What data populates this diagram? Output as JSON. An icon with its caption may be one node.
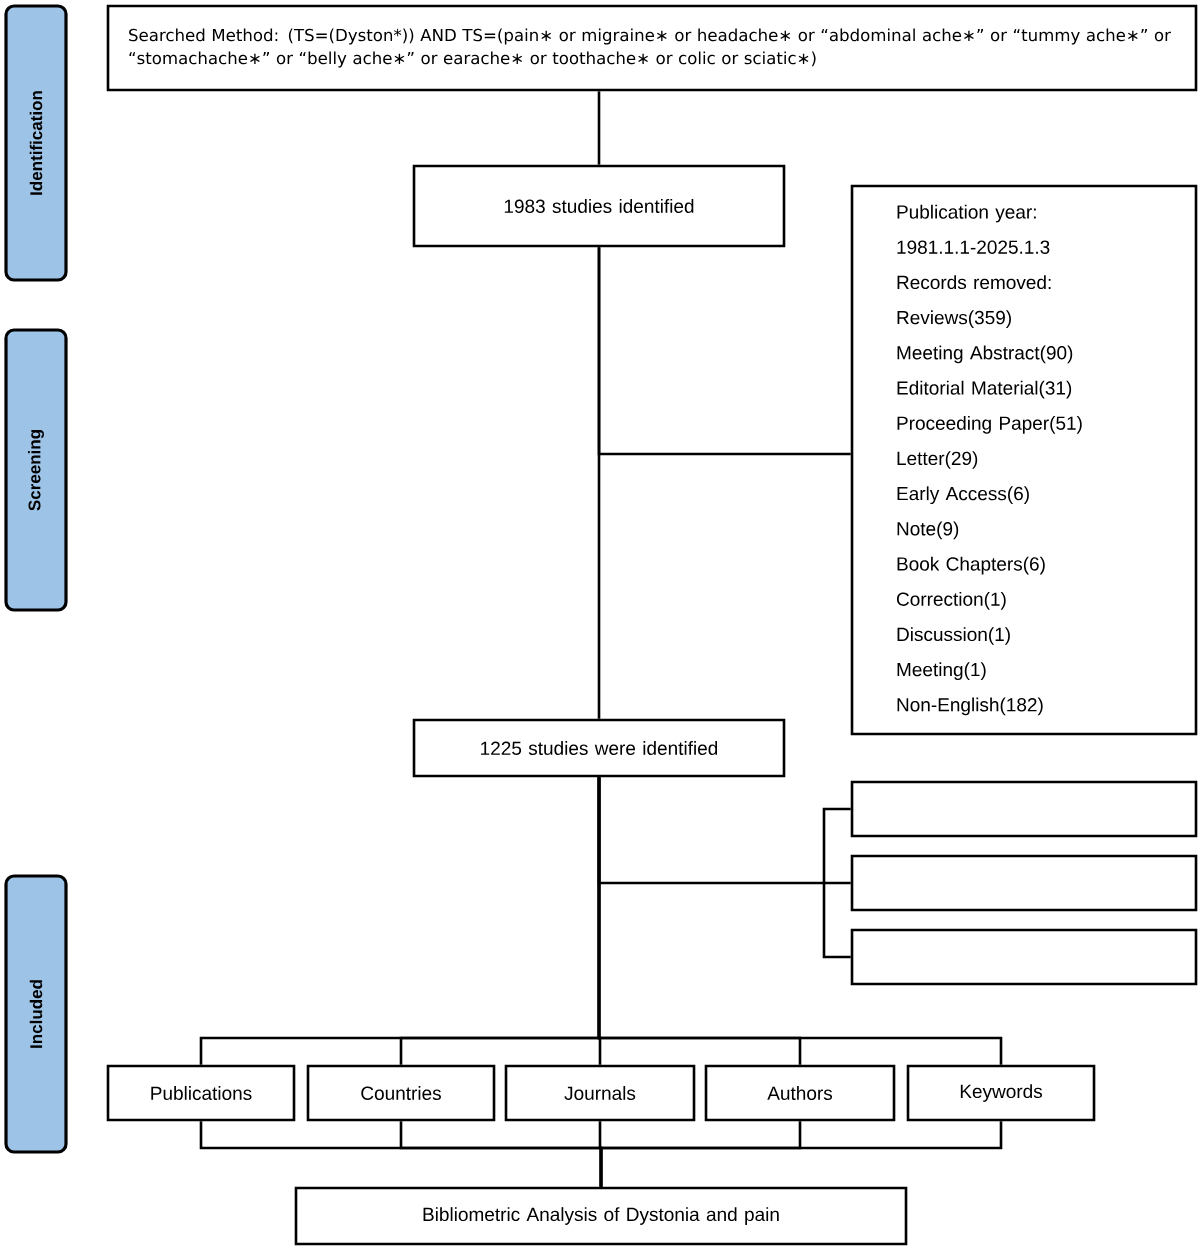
{
  "diagram": {
    "nodes": [
      {
        "text": [
          "Identification"
        ]
      },
      {
        "text": [
          "Screening"
        ]
      },
      {
        "text": [
          "Included"
        ]
      },
      {
        "text": [
          "Searched Method: (TS=(Dyston*)) AND TS=(pain∗ or migraine∗ or headache∗ or “abdominal ache∗” or “tummy ache∗” or “stomachache∗” or “belly ache∗” or earache∗ or toothache∗ or colic or sciatic∗)"
        ]
      },
      {
        "text": [
          "1983 studies identified"
        ]
      },
      {
        "text": [
          "Publication year:",
          "1981.1.1-2025.1.3",
          "Records removed:",
          "Reviews(359)",
          "Meeting Abstract(90)",
          "Editorial Material(31)",
          "Proceeding Paper(51)",
          "Letter(29)",
          "Early Access(6)",
          "Note(9)",
          "Book Chapters(6)",
          "Correction(1)",
          "Discussion(1)",
          "Meeting(1)",
          "Non-English(182)"
        ]
      },
      {
        "text": [
          "1225 studies were identified"
        ]
      },
      {
        "text": [],
        "shape": "box"
      },
      {
        "text": [],
        "shape": "box"
      },
      {
        "text": [],
        "shape": "box"
      },
      {
        "text": [
          "Publications"
        ]
      },
      {
        "text": [
          "Countries"
        ]
      },
      {
        "text": [
          "Journals"
        ]
      },
      {
        "text": [
          "Authors"
        ]
      },
      {
        "text": [
          "Keywords"
        ]
      },
      {
        "text": [
          "Bibliometric Analysis of Dystonia and pain"
        ]
      }
    ],
    "edges": [
      {
        "from": 3,
        "to": 4,
        "arrow": "none"
      },
      {
        "from": 4,
        "to": 6,
        "arrow": "none"
      },
      {
        "from": 4,
        "to": 5,
        "arrow": "none"
      },
      {
        "from": 6,
        "to": 7,
        "arrow": "none"
      },
      {
        "from": 6,
        "to": 8,
        "arrow": "none"
      },
      {
        "from": 6,
        "to": 9,
        "arrow": "none"
      },
      {
        "from": 6,
        "to": 10,
        "arrow": "none"
      },
      {
        "from": 6,
        "to": 11,
        "arrow": "none"
      },
      {
        "from": 6,
        "to": 12,
        "arrow": "none"
      },
      {
        "from": 6,
        "to": 13,
        "arrow": "none"
      },
      {
        "from": 6,
        "to": 14,
        "arrow": "none"
      },
      {
        "from": 10,
        "to": 15,
        "arrow": "none"
      },
      {
        "from": 11,
        "to": 15,
        "arrow": "none"
      },
      {
        "from": 12,
        "to": 15,
        "arrow": "none"
      },
      {
        "from": 13,
        "to": 15,
        "arrow": "none"
      },
      {
        "from": 14,
        "to": 15,
        "arrow": "none"
      }
    ]
  }
}
